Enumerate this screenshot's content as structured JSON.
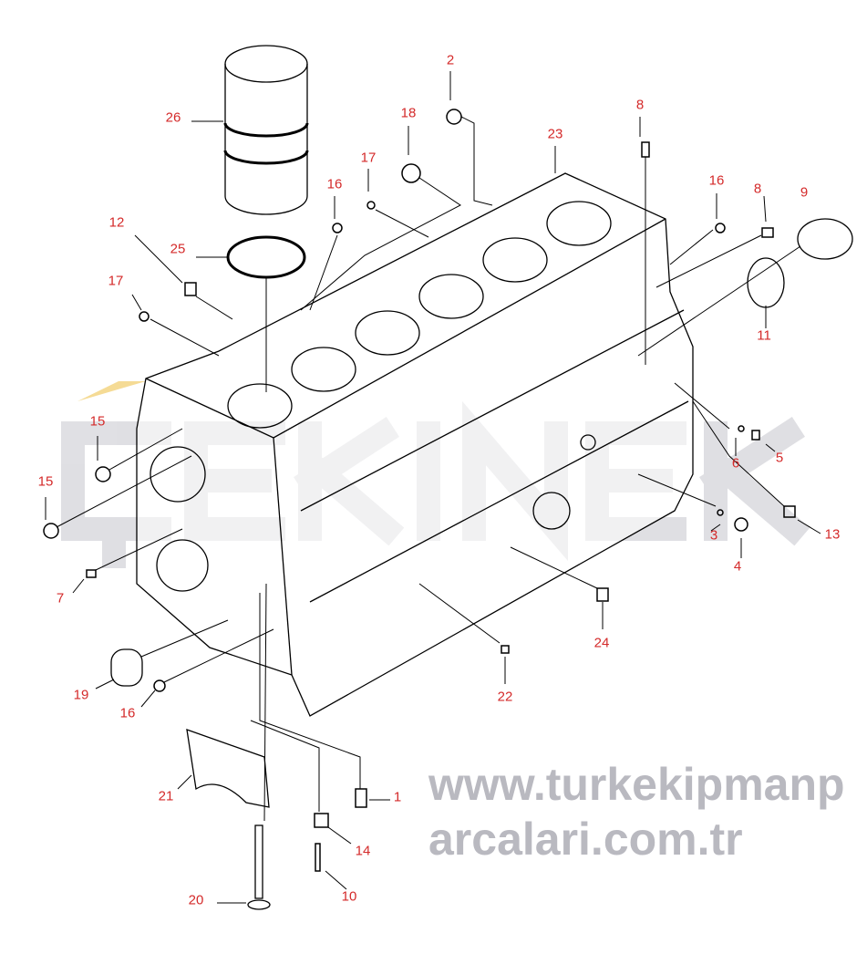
{
  "watermark": {
    "logo": "ÇEKİNEK",
    "url": "www.turkekipmanparcalari.com.tr",
    "accent": "#f2d27a"
  },
  "colors": {
    "callout": "#d42a2a",
    "line": "#000000"
  },
  "callouts": [
    "2",
    "18",
    "23",
    "8",
    "26",
    "17",
    "16",
    "16",
    "8",
    "9",
    "12",
    "25",
    "17",
    "11",
    "15",
    "15",
    "6",
    "5",
    "3",
    "13",
    "4",
    "7",
    "24",
    "19",
    "16",
    "22",
    "1",
    "21",
    "14",
    "20",
    "10"
  ]
}
